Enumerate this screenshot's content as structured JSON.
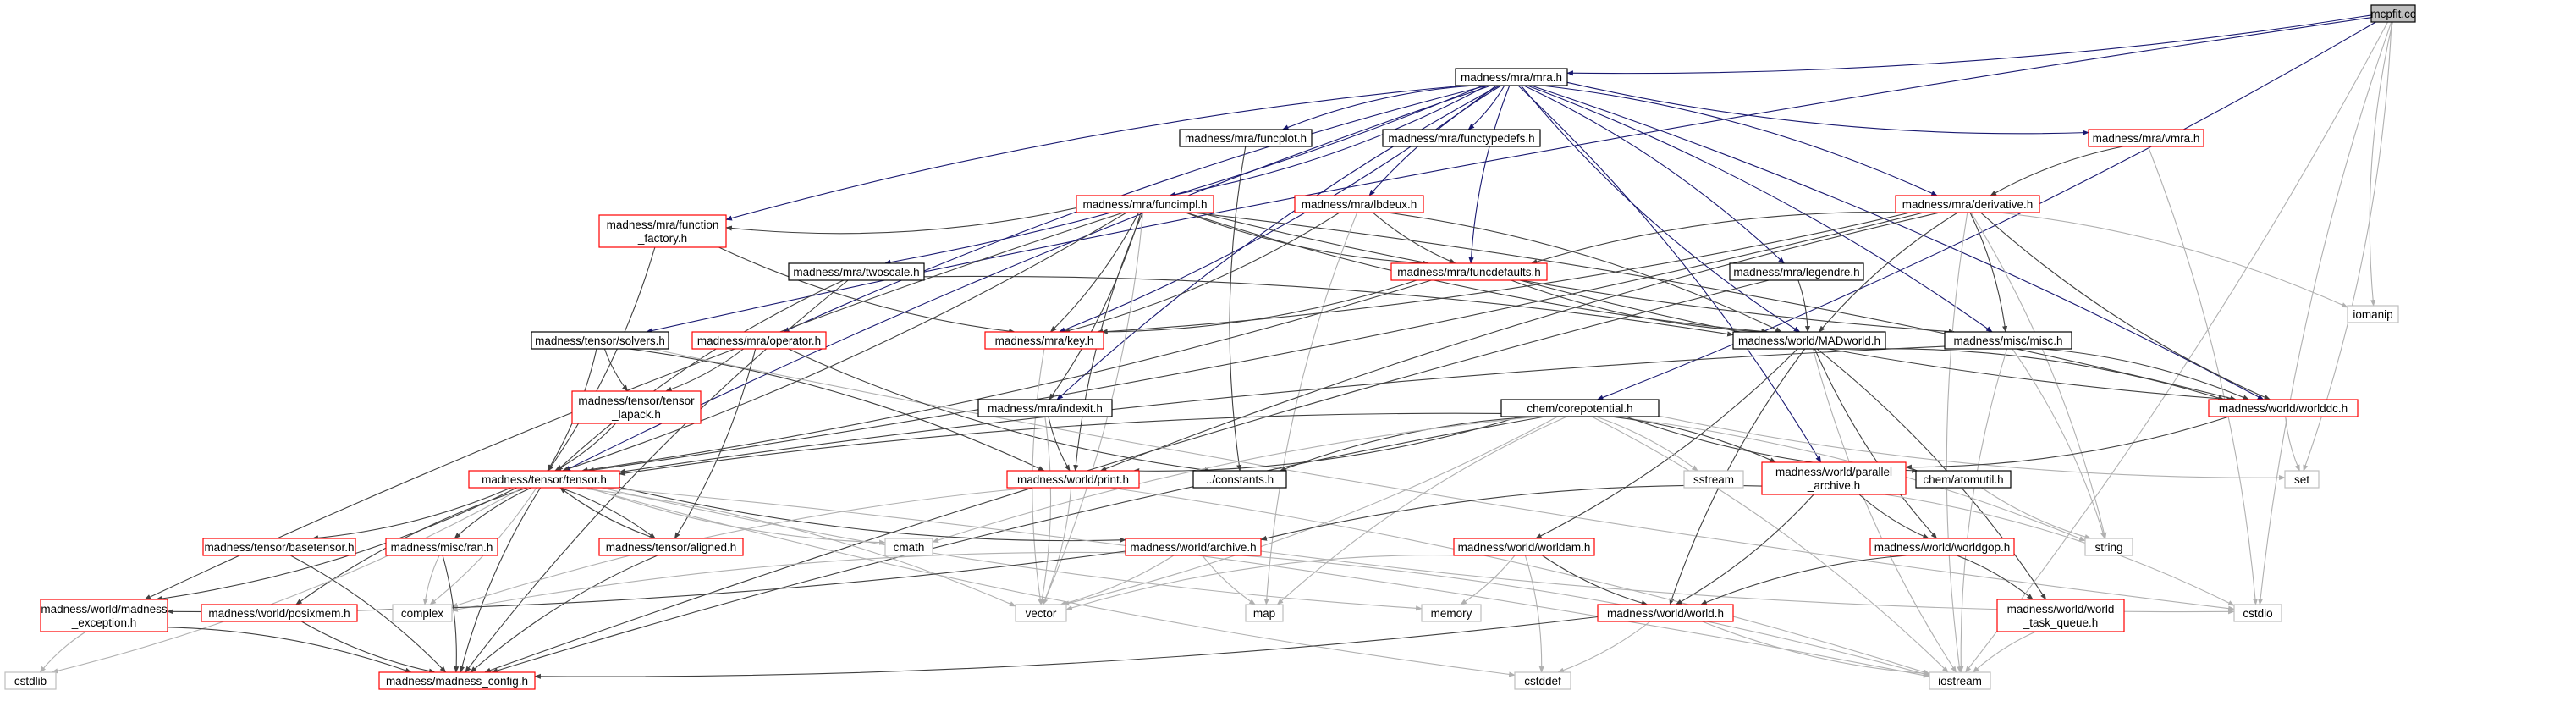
{
  "colors": {
    "root_fill": "#bfbfbf",
    "root_border": "#000000",
    "documented_border": "#000000",
    "truncated_border": "#ff0000",
    "external_border": "#bfbfbf",
    "edge_blue": "#191970",
    "edge_dark": "#404040",
    "edge_gray": "#b0b0b0"
  },
  "nodes": [
    {
      "id": "mcpfit",
      "lines": [
        "mcpfit.cc"
      ],
      "style": "root"
    },
    {
      "id": "mra",
      "lines": [
        "madness/mra/mra.h"
      ],
      "style": "documented"
    },
    {
      "id": "funcplot",
      "lines": [
        "madness/mra/funcplot.h"
      ],
      "style": "documented"
    },
    {
      "id": "functypedefs",
      "lines": [
        "madness/mra/functypedefs.h"
      ],
      "style": "documented"
    },
    {
      "id": "vmra",
      "lines": [
        "madness/mra/vmra.h"
      ],
      "style": "truncated"
    },
    {
      "id": "funcimpl",
      "lines": [
        "madness/mra/funcimpl.h"
      ],
      "style": "truncated"
    },
    {
      "id": "lbdeux",
      "lines": [
        "madness/mra/lbdeux.h"
      ],
      "style": "truncated"
    },
    {
      "id": "derivative",
      "lines": [
        "madness/mra/derivative.h"
      ],
      "style": "truncated"
    },
    {
      "id": "function_factory",
      "lines": [
        "madness/mra/function",
        "_factory.h"
      ],
      "style": "truncated"
    },
    {
      "id": "twoscale",
      "lines": [
        "madness/mra/twoscale.h"
      ],
      "style": "documented"
    },
    {
      "id": "funcdefaults",
      "lines": [
        "madness/mra/funcdefaults.h"
      ],
      "style": "truncated"
    },
    {
      "id": "legendre",
      "lines": [
        "madness/mra/legendre.h"
      ],
      "style": "documented"
    },
    {
      "id": "iomanip",
      "lines": [
        "iomanip"
      ],
      "style": "external"
    },
    {
      "id": "solvers",
      "lines": [
        "madness/tensor/solvers.h"
      ],
      "style": "documented"
    },
    {
      "id": "operator",
      "lines": [
        "madness/mra/operator.h"
      ],
      "style": "truncated"
    },
    {
      "id": "key",
      "lines": [
        "madness/mra/key.h"
      ],
      "style": "truncated"
    },
    {
      "id": "madworld",
      "lines": [
        "madness/world/MADworld.h"
      ],
      "style": "documented"
    },
    {
      "id": "misc",
      "lines": [
        "madness/misc/misc.h"
      ],
      "style": "documented"
    },
    {
      "id": "tensor_lapack",
      "lines": [
        "madness/tensor/tensor",
        "_lapack.h"
      ],
      "style": "truncated"
    },
    {
      "id": "indexit",
      "lines": [
        "madness/mra/indexit.h"
      ],
      "style": "documented"
    },
    {
      "id": "corepotential",
      "lines": [
        "chem/corepotential.h"
      ],
      "style": "documented"
    },
    {
      "id": "worlddc",
      "lines": [
        "madness/world/worlddc.h"
      ],
      "style": "truncated"
    },
    {
      "id": "tensor",
      "lines": [
        "madness/tensor/tensor.h"
      ],
      "style": "truncated"
    },
    {
      "id": "print",
      "lines": [
        "madness/world/print.h"
      ],
      "style": "truncated"
    },
    {
      "id": "constants",
      "lines": [
        "../constants.h"
      ],
      "style": "documented"
    },
    {
      "id": "sstream",
      "lines": [
        "sstream"
      ],
      "style": "external"
    },
    {
      "id": "parallel_archive",
      "lines": [
        "madness/world/parallel",
        "_archive.h"
      ],
      "style": "truncated"
    },
    {
      "id": "atomutil",
      "lines": [
        "chem/atomutil.h"
      ],
      "style": "documented"
    },
    {
      "id": "set",
      "lines": [
        "set"
      ],
      "style": "external"
    },
    {
      "id": "basetensor",
      "lines": [
        "madness/tensor/basetensor.h"
      ],
      "style": "truncated"
    },
    {
      "id": "ran",
      "lines": [
        "madness/misc/ran.h"
      ],
      "style": "truncated"
    },
    {
      "id": "aligned",
      "lines": [
        "madness/tensor/aligned.h"
      ],
      "style": "truncated"
    },
    {
      "id": "cmath",
      "lines": [
        "cmath"
      ],
      "style": "external"
    },
    {
      "id": "archive",
      "lines": [
        "madness/world/archive.h"
      ],
      "style": "truncated"
    },
    {
      "id": "worldam",
      "lines": [
        "madness/world/worldam.h"
      ],
      "style": "truncated"
    },
    {
      "id": "worldgop",
      "lines": [
        "madness/world/worldgop.h"
      ],
      "style": "truncated"
    },
    {
      "id": "string",
      "lines": [
        "string"
      ],
      "style": "external"
    },
    {
      "id": "madness_exception",
      "lines": [
        "madness/world/madness",
        "_exception.h"
      ],
      "style": "truncated"
    },
    {
      "id": "posixmem",
      "lines": [
        "madness/world/posixmem.h"
      ],
      "style": "truncated"
    },
    {
      "id": "complex",
      "lines": [
        "complex"
      ],
      "style": "external"
    },
    {
      "id": "vector",
      "lines": [
        "vector"
      ],
      "style": "external"
    },
    {
      "id": "map",
      "lines": [
        "map"
      ],
      "style": "external"
    },
    {
      "id": "memory",
      "lines": [
        "memory"
      ],
      "style": "external"
    },
    {
      "id": "world",
      "lines": [
        "madness/world/world.h"
      ],
      "style": "truncated"
    },
    {
      "id": "task_queue",
      "lines": [
        "madness/world/world",
        "_task_queue.h"
      ],
      "style": "truncated"
    },
    {
      "id": "cstdio",
      "lines": [
        "cstdio"
      ],
      "style": "external"
    },
    {
      "id": "cstdlib",
      "lines": [
        "cstdlib"
      ],
      "style": "external"
    },
    {
      "id": "madness_config",
      "lines": [
        "madness/madness_config.h"
      ],
      "style": "truncated"
    },
    {
      "id": "cstddef",
      "lines": [
        "cstddef"
      ],
      "style": "external"
    },
    {
      "id": "iostream",
      "lines": [
        "iostream"
      ],
      "style": "external"
    }
  ],
  "edges": [
    [
      "mcpfit",
      "mra"
    ],
    [
      "mcpfit",
      "solvers"
    ],
    [
      "mcpfit",
      "corepotential"
    ],
    [
      "mcpfit",
      "iomanip"
    ],
    [
      "mcpfit",
      "set"
    ],
    [
      "mcpfit",
      "cstdio"
    ],
    [
      "mcpfit",
      "iostream"
    ],
    [
      "mra",
      "funcplot"
    ],
    [
      "mra",
      "functypedefs"
    ],
    [
      "mra",
      "vmra"
    ],
    [
      "mra",
      "funcimpl"
    ],
    [
      "mra",
      "lbdeux"
    ],
    [
      "mra",
      "derivative"
    ],
    [
      "mra",
      "function_factory"
    ],
    [
      "mra",
      "twoscale"
    ],
    [
      "mra",
      "funcdefaults"
    ],
    [
      "mra",
      "legendre"
    ],
    [
      "mra",
      "operator"
    ],
    [
      "mra",
      "key"
    ],
    [
      "mra",
      "madworld"
    ],
    [
      "mra",
      "misc"
    ],
    [
      "mra",
      "indexit"
    ],
    [
      "mra",
      "worlddc"
    ],
    [
      "mra",
      "tensor"
    ],
    [
      "mra",
      "parallel_archive"
    ],
    [
      "vmra",
      "derivative"
    ],
    [
      "vmra",
      "cstdio"
    ],
    [
      "funcplot",
      "constants"
    ],
    [
      "funcimpl",
      "function_factory"
    ],
    [
      "funcimpl",
      "funcdefaults"
    ],
    [
      "funcimpl",
      "key"
    ],
    [
      "funcimpl",
      "madworld"
    ],
    [
      "funcimpl",
      "indexit"
    ],
    [
      "funcimpl",
      "print"
    ],
    [
      "funcimpl",
      "tensor"
    ],
    [
      "funcimpl",
      "misc"
    ],
    [
      "funcimpl",
      "worlddc"
    ],
    [
      "funcimpl",
      "madness_exception"
    ],
    [
      "funcimpl",
      "vector"
    ],
    [
      "lbdeux",
      "funcdefaults"
    ],
    [
      "lbdeux",
      "key"
    ],
    [
      "lbdeux",
      "map"
    ],
    [
      "lbdeux",
      "madworld"
    ],
    [
      "derivative",
      "funcdefaults"
    ],
    [
      "derivative",
      "key"
    ],
    [
      "derivative",
      "madworld"
    ],
    [
      "derivative",
      "misc"
    ],
    [
      "derivative",
      "worlddc"
    ],
    [
      "derivative",
      "iomanip"
    ],
    [
      "derivative",
      "iostream"
    ],
    [
      "derivative",
      "tensor"
    ],
    [
      "derivative",
      "print"
    ],
    [
      "derivative",
      "string"
    ],
    [
      "function_factory",
      "key"
    ],
    [
      "function_factory",
      "tensor"
    ],
    [
      "twoscale",
      "tensor"
    ],
    [
      "twoscale",
      "madworld"
    ],
    [
      "twoscale",
      "madness_config"
    ],
    [
      "funcdefaults",
      "key"
    ],
    [
      "funcdefaults",
      "madworld"
    ],
    [
      "funcdefaults",
      "tensor"
    ],
    [
      "funcdefaults",
      "worlddc"
    ],
    [
      "legendre",
      "madworld"
    ],
    [
      "legendre",
      "madness_config"
    ],
    [
      "solvers",
      "tensor"
    ],
    [
      "solvers",
      "tensor_lapack"
    ],
    [
      "solvers",
      "print"
    ],
    [
      "solvers",
      "cstdio"
    ],
    [
      "operator",
      "tensor_lapack"
    ],
    [
      "operator",
      "constants"
    ],
    [
      "operator",
      "aligned"
    ],
    [
      "key",
      "vector"
    ],
    [
      "madworld",
      "worlddc"
    ],
    [
      "madworld",
      "world"
    ],
    [
      "madworld",
      "worldam"
    ],
    [
      "madworld",
      "worldgop"
    ],
    [
      "madworld",
      "task_queue"
    ],
    [
      "madworld",
      "iostream"
    ],
    [
      "misc",
      "string"
    ],
    [
      "misc",
      "iostream"
    ],
    [
      "misc",
      "worlddc"
    ],
    [
      "misc",
      "tensor"
    ],
    [
      "tensor_lapack",
      "tensor"
    ],
    [
      "indexit",
      "print"
    ],
    [
      "indexit",
      "vector"
    ],
    [
      "corepotential",
      "tensor"
    ],
    [
      "corepotential",
      "print"
    ],
    [
      "corepotential",
      "constants"
    ],
    [
      "corepotential",
      "sstream"
    ],
    [
      "corepotential",
      "set"
    ],
    [
      "corepotential",
      "string"
    ],
    [
      "corepotential",
      "atomutil"
    ],
    [
      "corepotential",
      "parallel_archive"
    ],
    [
      "corepotential",
      "map"
    ],
    [
      "corepotential",
      "vector"
    ],
    [
      "corepotential",
      "cmath"
    ],
    [
      "corepotential",
      "iostream"
    ],
    [
      "corepotential",
      "madness_config"
    ],
    [
      "worlddc",
      "parallel_archive"
    ],
    [
      "worlddc",
      "set"
    ],
    [
      "tensor",
      "basetensor"
    ],
    [
      "tensor",
      "ran"
    ],
    [
      "tensor",
      "aligned"
    ],
    [
      "tensor",
      "cmath"
    ],
    [
      "tensor",
      "complex"
    ],
    [
      "tensor",
      "archive"
    ],
    [
      "tensor",
      "madness_exception"
    ],
    [
      "tensor",
      "posixmem"
    ],
    [
      "tensor",
      "vector"
    ],
    [
      "tensor",
      "memory"
    ],
    [
      "tensor",
      "cstdlib"
    ],
    [
      "tensor",
      "cstddef"
    ],
    [
      "tensor",
      "iostream"
    ],
    [
      "tensor",
      "madness_config"
    ],
    [
      "aligned",
      "tensor"
    ],
    [
      "aligned",
      "madness_config"
    ],
    [
      "print",
      "vector"
    ],
    [
      "print",
      "complex"
    ],
    [
      "print",
      "iostream"
    ],
    [
      "parallel_archive",
      "archive"
    ],
    [
      "parallel_archive",
      "world"
    ],
    [
      "parallel_archive",
      "worldgop"
    ],
    [
      "parallel_archive",
      "cstdio"
    ],
    [
      "atomutil",
      "string"
    ],
    [
      "basetensor",
      "madness_config"
    ],
    [
      "ran",
      "complex"
    ],
    [
      "ran",
      "madness_config"
    ],
    [
      "archive",
      "complex"
    ],
    [
      "archive",
      "vector"
    ],
    [
      "archive",
      "map"
    ],
    [
      "archive",
      "iostream"
    ],
    [
      "archive",
      "cstdio"
    ],
    [
      "archive",
      "madness_exception"
    ],
    [
      "worldam",
      "vector"
    ],
    [
      "worldam",
      "memory"
    ],
    [
      "worldam",
      "world"
    ],
    [
      "worldam",
      "cstddef"
    ],
    [
      "worldgop",
      "world"
    ],
    [
      "worldgop",
      "task_queue"
    ],
    [
      "madness_exception",
      "cstdlib"
    ],
    [
      "madness_exception",
      "madness_config"
    ],
    [
      "posixmem",
      "madness_config"
    ],
    [
      "world",
      "cstddef"
    ],
    [
      "world",
      "iostream"
    ],
    [
      "world",
      "madness_config"
    ],
    [
      "task_queue",
      "iostream"
    ]
  ]
}
